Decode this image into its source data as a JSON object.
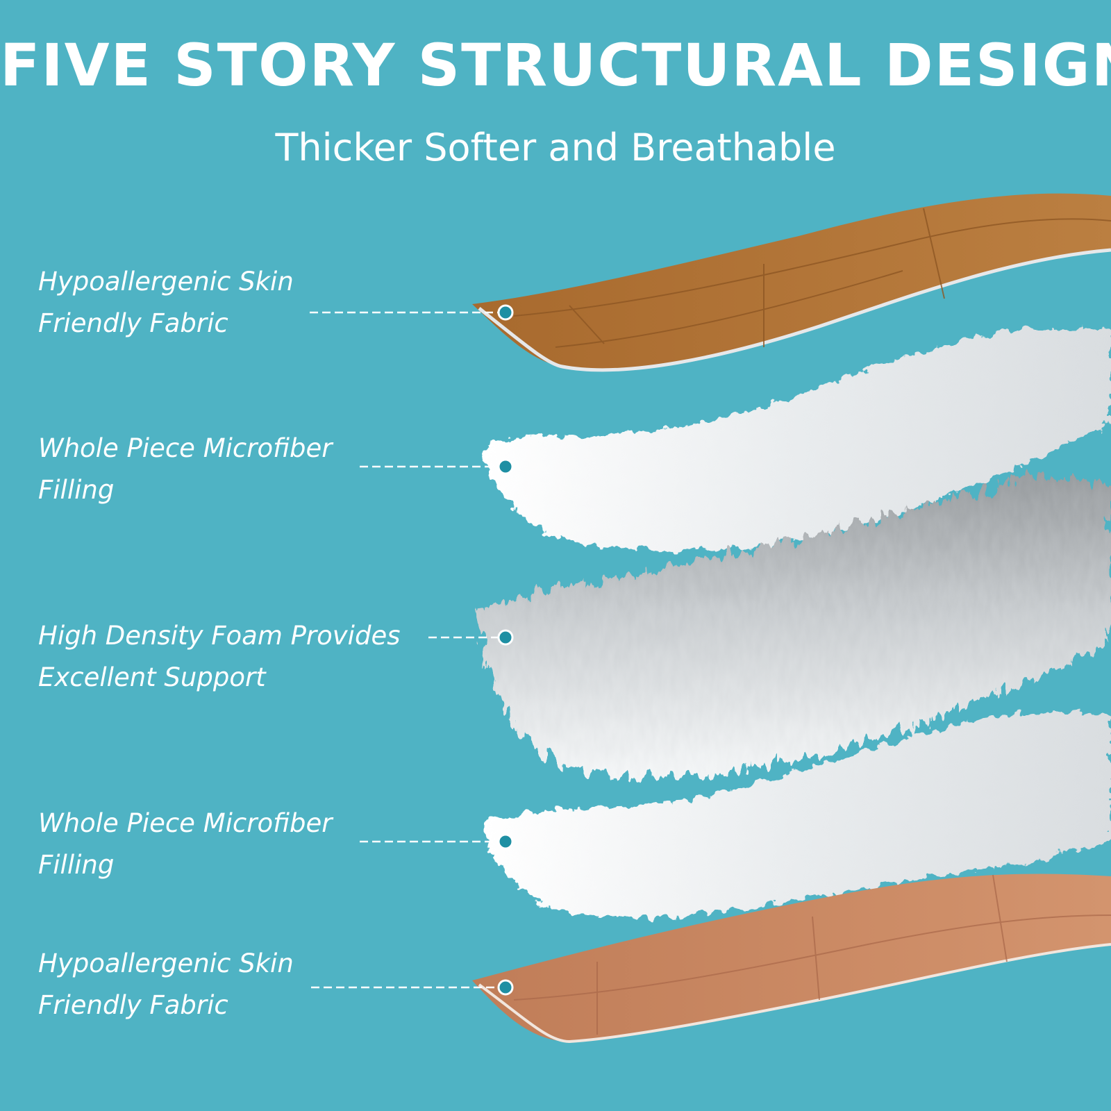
{
  "header": {
    "title": "FIVE STORY STRUCTURAL DESIGN",
    "subtitle": "Thicker Softer and Breathable"
  },
  "layers": [
    {
      "line1": "Hypoallergenic Skin",
      "line2": "Friendly Fabric"
    },
    {
      "line1": "Whole Piece Microfiber",
      "line2": "Filling"
    },
    {
      "line1": "High Density Foam Provides",
      "line2": "Excellent Support"
    },
    {
      "line1": "Whole Piece Microfiber",
      "line2": "Filling"
    },
    {
      "line1": "Hypoallergenic Skin",
      "line2": "Friendly Fabric"
    }
  ],
  "colors": {
    "background": "#4fb3c4",
    "marker_dot": "#1e8fa3",
    "top_fabric": "#b5783a",
    "bottom_fabric": "#c98966",
    "microfiber": "#f3f5f6",
    "foam": "#c8cbcd"
  }
}
